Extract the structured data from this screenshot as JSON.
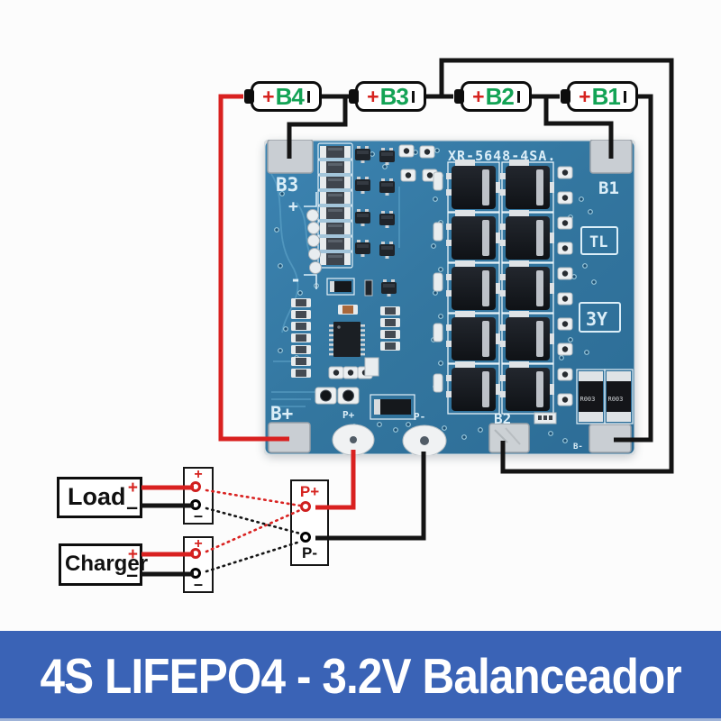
{
  "banner": {
    "text": "4S LIFEPO4 - 3.2V Balanceador"
  },
  "marks": {
    "plus": "+",
    "minus": "–"
  },
  "batteries": [
    {
      "label": "B4"
    },
    {
      "label": "B3"
    },
    {
      "label": "B2"
    },
    {
      "label": "B1"
    }
  ],
  "board": {
    "model": "XR-5648-4SA.",
    "pad_b3": "B3",
    "pad_b1": "B1",
    "pad_bplus": "B+",
    "pad_b2": "B2",
    "pad_pplus": "P+",
    "pad_pminus": "P-",
    "pad_bminus": "B-",
    "mark_tl": "TL",
    "mark_3y": "3Y",
    "shunt": "R003",
    "silk_plus": "+",
    "silk_minus": "-"
  },
  "wiring": {
    "load": {
      "label": "Load"
    },
    "charger": {
      "label": "Charger"
    },
    "p_block": {
      "plus": "P+",
      "minus": "P-"
    }
  },
  "colors": {
    "pcb": "#35799f",
    "banner": "#3a63b6",
    "wire_red": "#d92120",
    "battery_green": "#13a355",
    "plus_red": "#d6231f"
  }
}
